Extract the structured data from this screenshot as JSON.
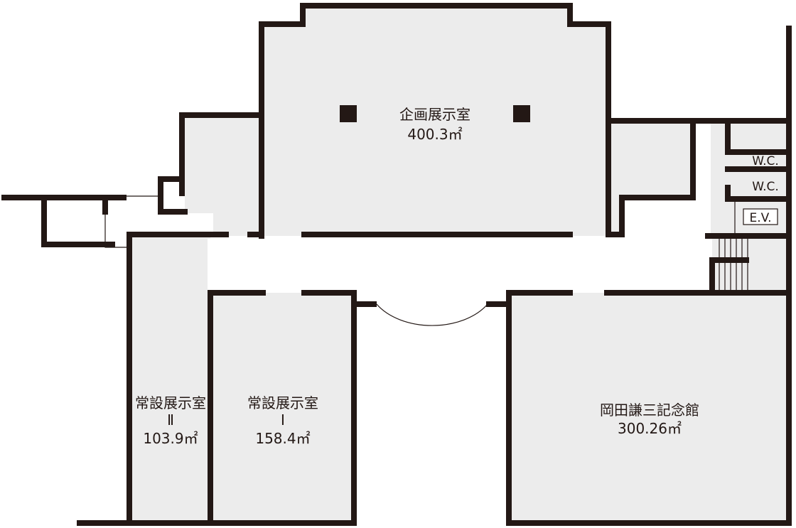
{
  "rooms": {
    "special_exhibition": {
      "name": "企画展示室",
      "area": "400.3㎡"
    },
    "permanent_exhibition_1": {
      "name": "常設展示室",
      "number": "Ⅰ",
      "area": "158.4㎡"
    },
    "permanent_exhibition_2": {
      "name": "常設展示室",
      "number": "Ⅱ",
      "area": "103.9㎡"
    },
    "okada_memorial": {
      "name": "岡田謙三記念館",
      "area": "300.26㎡"
    }
  },
  "facilities": {
    "wc_upper": "W.C.",
    "wc_lower": "W.C.",
    "elevator": "E.V."
  },
  "colors": {
    "wall": "#231815",
    "room_fill": "#ececec",
    "corridor": "#ffffff"
  }
}
